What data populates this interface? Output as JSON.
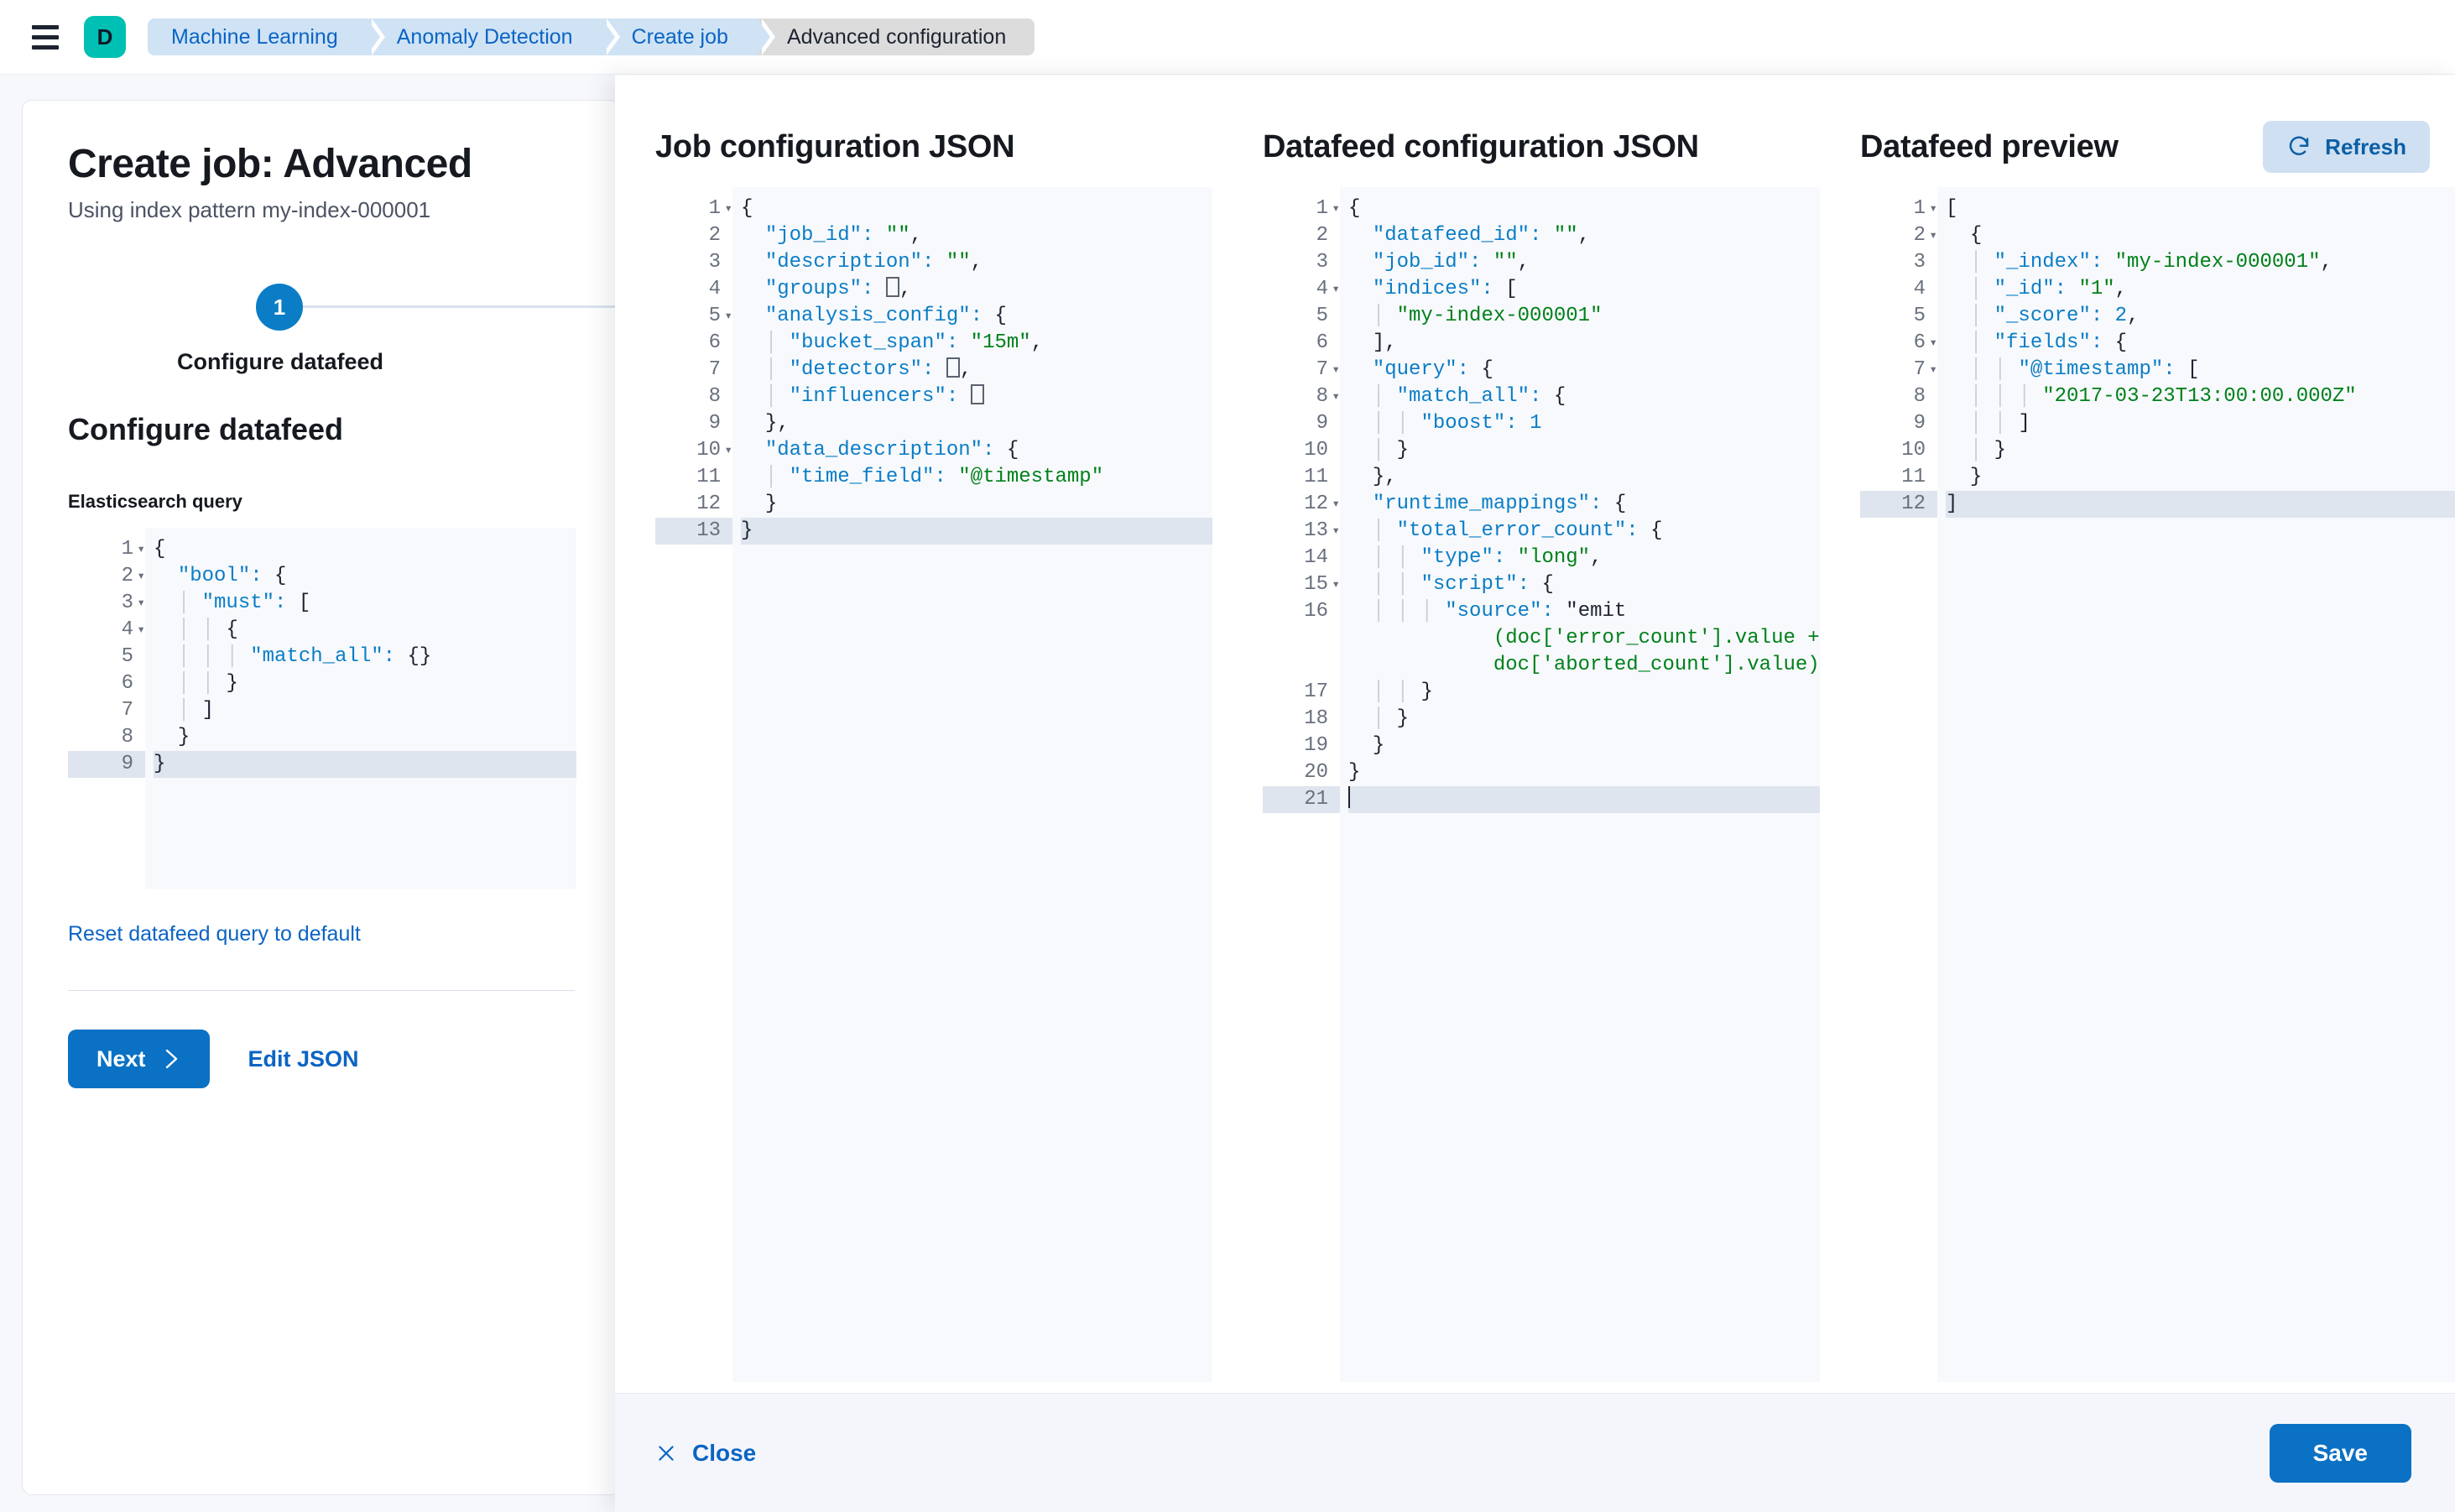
{
  "topbar": {
    "menu_icon": "hamburger-icon",
    "app_logo_letter": "D",
    "breadcrumbs": [
      {
        "label": "Machine Learning",
        "active": false
      },
      {
        "label": "Anomaly Detection",
        "active": false
      },
      {
        "label": "Create job",
        "active": false
      },
      {
        "label": "Advanced configuration",
        "active": true
      }
    ]
  },
  "left_panel": {
    "title": "Create job: Advanced",
    "subtitle": "Using index pattern my-index-000001",
    "step_number": "1",
    "step_label": "Configure datafeed",
    "section_title": "Configure datafeed",
    "query_field_label": "Elasticsearch query",
    "reset_link": "Reset datafeed query to default",
    "next_button": "Next",
    "edit_json_button": "Edit JSON",
    "es_query_lines": [
      {
        "n": "1",
        "fold": true,
        "text": "{"
      },
      {
        "n": "2",
        "fold": true,
        "text": "  \"bool\": {"
      },
      {
        "n": "3",
        "fold": true,
        "text": "    \"must\": ["
      },
      {
        "n": "4",
        "fold": true,
        "text": "      {"
      },
      {
        "n": "5",
        "fold": false,
        "text": "        \"match_all\": {}"
      },
      {
        "n": "6",
        "fold": false,
        "text": "      }"
      },
      {
        "n": "7",
        "fold": false,
        "text": "    ]"
      },
      {
        "n": "8",
        "fold": false,
        "text": "  }"
      },
      {
        "n": "9",
        "fold": false,
        "text": "}",
        "hl": true
      }
    ]
  },
  "flyout": {
    "job_config": {
      "title": "Job configuration JSON",
      "lines": [
        {
          "n": "1",
          "fold": true,
          "text": "{"
        },
        {
          "n": "2",
          "fold": false,
          "text": "  \"job_id\": \"\","
        },
        {
          "n": "3",
          "fold": false,
          "text": "  \"description\": \"\","
        },
        {
          "n": "4",
          "fold": false,
          "text": "  \"groups\": [],"
        },
        {
          "n": "5",
          "fold": true,
          "text": "  \"analysis_config\": {"
        },
        {
          "n": "6",
          "fold": false,
          "text": "    \"bucket_span\": \"15m\","
        },
        {
          "n": "7",
          "fold": false,
          "text": "    \"detectors\": [],"
        },
        {
          "n": "8",
          "fold": false,
          "text": "    \"influencers\": []"
        },
        {
          "n": "9",
          "fold": false,
          "text": "  },"
        },
        {
          "n": "10",
          "fold": true,
          "text": "  \"data_description\": {"
        },
        {
          "n": "11",
          "fold": false,
          "text": "    \"time_field\": \"@timestamp\""
        },
        {
          "n": "12",
          "fold": false,
          "text": "  }"
        },
        {
          "n": "13",
          "fold": false,
          "text": "}",
          "hl": true
        }
      ]
    },
    "datafeed_config": {
      "title": "Datafeed configuration JSON",
      "lines": [
        {
          "n": "1",
          "fold": true,
          "text": "{"
        },
        {
          "n": "2",
          "fold": false,
          "text": "  \"datafeed_id\": \"\","
        },
        {
          "n": "3",
          "fold": false,
          "text": "  \"job_id\": \"\","
        },
        {
          "n": "4",
          "fold": true,
          "text": "  \"indices\": ["
        },
        {
          "n": "5",
          "fold": false,
          "text": "    \"my-index-000001\""
        },
        {
          "n": "6",
          "fold": false,
          "text": "  ],"
        },
        {
          "n": "7",
          "fold": true,
          "text": "  \"query\": {"
        },
        {
          "n": "8",
          "fold": true,
          "text": "    \"match_all\": {"
        },
        {
          "n": "9",
          "fold": false,
          "text": "      \"boost\": 1"
        },
        {
          "n": "10",
          "fold": false,
          "text": "    }"
        },
        {
          "n": "11",
          "fold": false,
          "text": "  },"
        },
        {
          "n": "12",
          "fold": true,
          "text": "  \"runtime_mappings\": {"
        },
        {
          "n": "13",
          "fold": true,
          "text": "    \"total_error_count\": {"
        },
        {
          "n": "14",
          "fold": false,
          "text": "      \"type\": \"long\","
        },
        {
          "n": "15",
          "fold": true,
          "text": "      \"script\": {"
        },
        {
          "n": "16",
          "fold": false,
          "text": "        \"source\": \"emit(doc['error_count'].value + doc['aborted_count'].value)\"",
          "wrap": 3
        },
        {
          "n": "17",
          "fold": false,
          "text": "      }"
        },
        {
          "n": "18",
          "fold": false,
          "text": "    }"
        },
        {
          "n": "19",
          "fold": false,
          "text": "  }"
        },
        {
          "n": "20",
          "fold": false,
          "text": "}"
        },
        {
          "n": "21",
          "fold": false,
          "text": "",
          "hl": true,
          "caret": true
        }
      ]
    },
    "datafeed_preview": {
      "title": "Datafeed preview",
      "refresh_button": "Refresh",
      "refresh_icon": "refresh-icon",
      "lines": [
        {
          "n": "1",
          "fold": true,
          "text": "["
        },
        {
          "n": "2",
          "fold": true,
          "text": "  {"
        },
        {
          "n": "3",
          "fold": false,
          "text": "    \"_index\": \"my-index-000001\","
        },
        {
          "n": "4",
          "fold": false,
          "text": "    \"_id\": \"1\","
        },
        {
          "n": "5",
          "fold": false,
          "text": "    \"_score\": 2,"
        },
        {
          "n": "6",
          "fold": true,
          "text": "    \"fields\": {"
        },
        {
          "n": "7",
          "fold": true,
          "text": "      \"@timestamp\": ["
        },
        {
          "n": "8",
          "fold": false,
          "text": "        \"2017-03-23T13:00:00.000Z\""
        },
        {
          "n": "9",
          "fold": false,
          "text": "      ]"
        },
        {
          "n": "10",
          "fold": false,
          "text": "    }"
        },
        {
          "n": "11",
          "fold": false,
          "text": "  }"
        },
        {
          "n": "12",
          "fold": false,
          "text": "]",
          "hl": true
        }
      ]
    },
    "footer": {
      "close_label": "Close",
      "close_icon": "close-icon",
      "save_label": "Save"
    }
  },
  "colors": {
    "primary": "#0b71c4",
    "link": "#0b64c4",
    "logo": "#00bfb3",
    "string": "#00801a",
    "key": "#0b7dc6"
  }
}
